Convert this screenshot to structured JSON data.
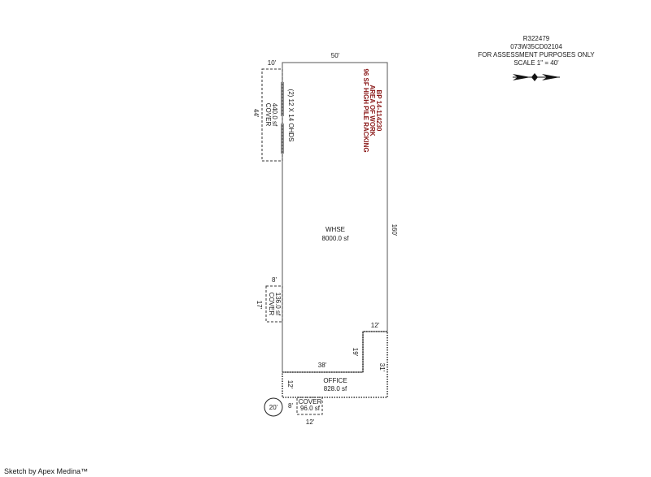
{
  "header": {
    "parcel_id": "R322479",
    "map_id": "073W35CD02104",
    "purpose": "FOR ASSESSMENT PURPOSES ONLY",
    "scale": "SCALE 1\" = 40'"
  },
  "footer": {
    "credit": "Sketch by Apex Medina™"
  },
  "north_arrow": {
    "icon": "north-arrow-icon"
  },
  "areas": {
    "whse": {
      "name": "WHSE",
      "area": "8000.0 sf"
    },
    "office": {
      "name": "OFFICE",
      "area": "828.0 sf"
    },
    "cover_top": {
      "name": "COVER",
      "area": "440.0 sf"
    },
    "cover_mid": {
      "name": "COVER",
      "area": "136.0 sf"
    },
    "cover_bottom": {
      "name": "COVER",
      "area": "96.0 sf"
    }
  },
  "annotations": {
    "permit": "BP 14-114230",
    "work_area": "AREA OF WORK",
    "racking": "96 SF HIGH PILE RACKING",
    "doors": "(2) 12 X 14 OHDS"
  },
  "dimensions": {
    "top_width": "50'",
    "right_height": "160'",
    "cover_top_width": "10'",
    "cover_top_height": "44'",
    "cover_mid_width": "8'",
    "cover_mid_height": "17'",
    "notch_width": "12'",
    "notch_height": "19'",
    "office_width": "38'",
    "office_height": "12'",
    "office_right": "31'",
    "cover_bottom_height": "8'",
    "cover_bottom_width": "12'",
    "circle": "20'"
  },
  "colors": {
    "line": "#555555",
    "dashed": "#333333",
    "red_text": "#8b1a1a",
    "door": "#666666"
  }
}
